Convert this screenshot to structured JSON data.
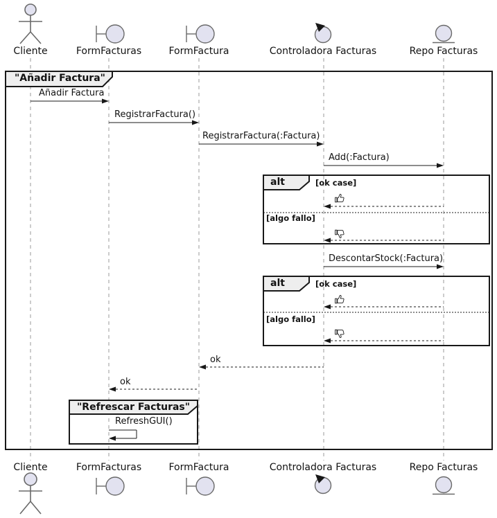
{
  "diagram_kind": "uml-sequence-diagram",
  "participants": [
    {
      "name": "Cliente",
      "kind": "actor"
    },
    {
      "name": "FormFacturas",
      "kind": "boundary"
    },
    {
      "name": "FormFactura",
      "kind": "boundary"
    },
    {
      "name": "Controladora Facturas",
      "kind": "control"
    },
    {
      "name": "Repo Facturas",
      "kind": "entity"
    }
  ],
  "frames": {
    "main": {
      "title": "\"Añadir Factura\""
    },
    "alt1": {
      "operator": "alt",
      "guard_ok": "[ok case]",
      "guard_fail": "[algo fallo]",
      "ok_icon": "thumbs-up",
      "fail_icon": "thumbs-down"
    },
    "alt2": {
      "operator": "alt",
      "guard_ok": "[ok case]",
      "guard_fail": "[algo fallo]",
      "ok_icon": "thumbs-up",
      "fail_icon": "thumbs-down"
    },
    "refresh": {
      "title": "\"Refrescar Facturas\""
    }
  },
  "messages": {
    "anadir": {
      "label": "Añadir Factura",
      "from": "Cliente",
      "to": "FormFacturas",
      "style": "solid"
    },
    "registrar": {
      "label": "RegistrarFactura()",
      "from": "FormFacturas",
      "to": "FormFactura",
      "style": "solid"
    },
    "registrar_factura": {
      "label": "RegistrarFactura(:Factura)",
      "from": "FormFactura",
      "to": "Controladora Facturas",
      "style": "solid"
    },
    "add": {
      "label": "Add(:Factura)",
      "from": "Controladora Facturas",
      "to": "Repo Facturas",
      "style": "solid"
    },
    "descontar": {
      "label": "DescontarStock(:Factura)",
      "from": "Controladora Facturas",
      "to": "Repo Facturas",
      "style": "solid"
    },
    "ok1": {
      "label": "ok",
      "from": "Controladora Facturas",
      "to": "FormFactura",
      "style": "dashed-return"
    },
    "ok2": {
      "label": "ok",
      "from": "FormFactura",
      "to": "FormFacturas",
      "style": "dashed-return"
    },
    "refresh_gui": {
      "label": "RefreshGUI()",
      "from": "FormFacturas",
      "to": "FormFacturas",
      "style": "self"
    }
  },
  "colors": {
    "participant_fill": "#E2E2F0",
    "participant_stroke": "#696969",
    "frame_tab_fill": "#EEEEEE",
    "frame_stroke": "#181818",
    "lifeline": "#999999",
    "text": "#121212",
    "background": "#FFFFFF"
  }
}
